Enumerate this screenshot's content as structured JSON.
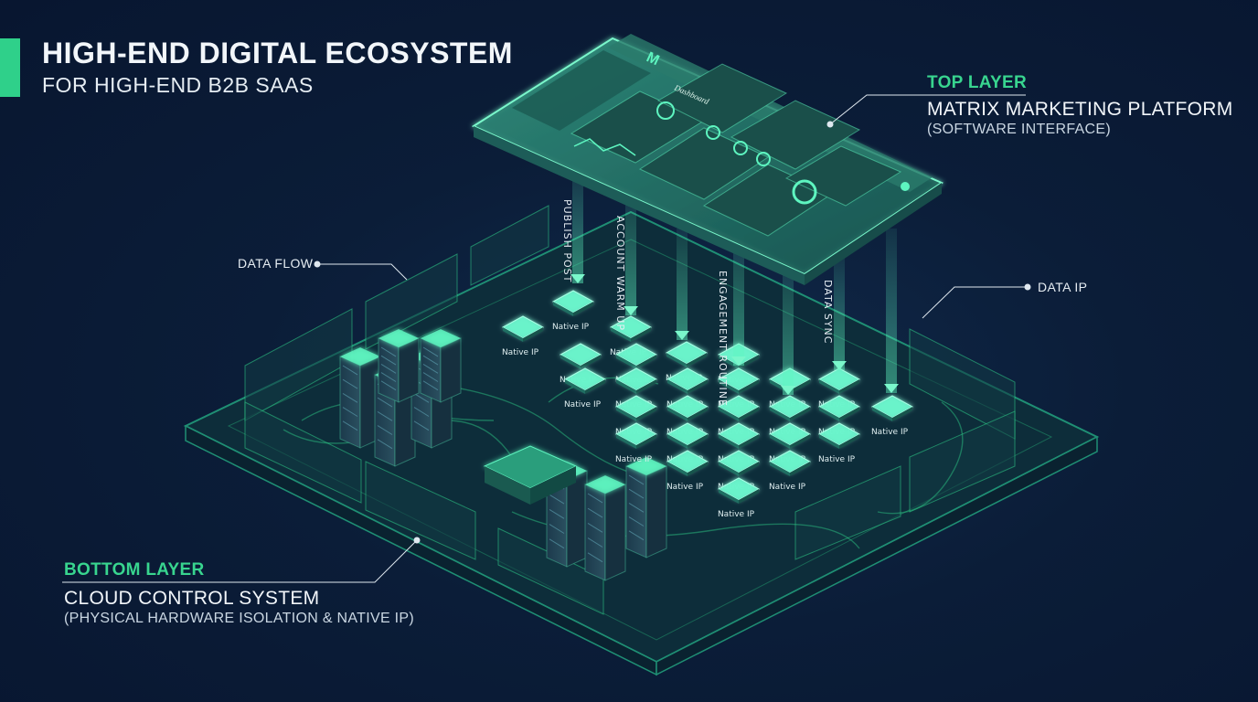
{
  "header": {
    "title": "HIGH-END DIGITAL ECOSYSTEM",
    "subtitle": "FOR HIGH-END B2B SAAS"
  },
  "top_layer": {
    "heading": "TOP LAYER",
    "name": "MATRIX MARKETING PLATFORM",
    "note": "(SOFTWARE INTERFACE)"
  },
  "bottom_layer": {
    "heading": "BOTTOM LAYER",
    "name": "CLOUD CONTROL SYSTEM",
    "note": "(PHYSICAL HARDWARE ISOLATION & NATIVE IP)"
  },
  "callouts": {
    "data_flow": "DATA FLOW",
    "data_ip": "DATA IP"
  },
  "panel": {
    "logo": "M",
    "dashboard_label": "Dashboard"
  },
  "flow_labels": [
    "PUBLISH POST",
    "ACCOUNT WARM UP",
    "ENGAGEMENT ROUTINE",
    "DATA SYNC"
  ],
  "node_label": "Native IP",
  "colors": {
    "accent": "#2fd08a",
    "glow": "#5ef5c0",
    "background": "#0b1d38"
  }
}
